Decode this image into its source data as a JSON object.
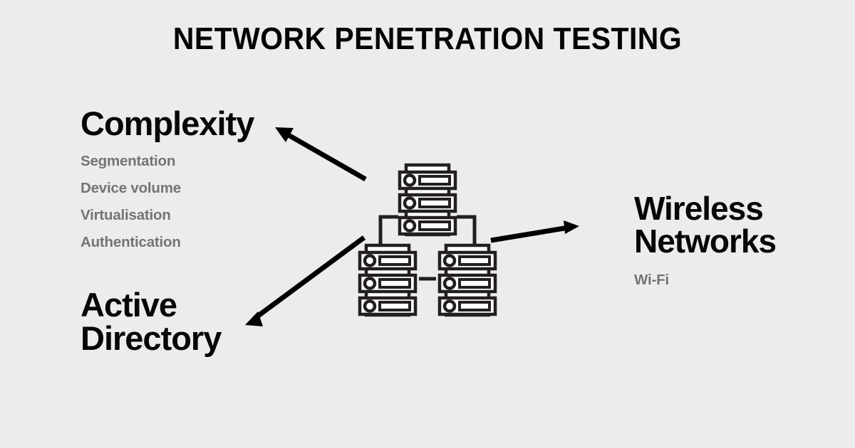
{
  "page": {
    "title": "NETWORK PENETRATION TESTING",
    "background_color": "#ececec",
    "heading_color": "#070707",
    "subitem_color": "#737476",
    "icon_stroke_color": "#231f20",
    "icon_fill_color": "#ffffff",
    "arrow_color": "#000000"
  },
  "branches": {
    "complexity": {
      "heading": "Complexity",
      "items": [
        "Segmentation",
        "Device volume",
        "Virtualisation",
        "Authentication"
      ]
    },
    "active_directory": {
      "heading_line1": "Active",
      "heading_line2": "Directory",
      "items": []
    },
    "wireless": {
      "heading_line1": "Wireless",
      "heading_line2": "Networks",
      "items": [
        "Wi-Fi"
      ]
    }
  },
  "diagram": {
    "icon_name": "server-network-icon",
    "server_count": 3,
    "units_per_server": 3,
    "arrows": [
      {
        "name": "arrow-to-complexity",
        "direction": "up-left"
      },
      {
        "name": "arrow-to-active-directory",
        "direction": "down-left"
      },
      {
        "name": "arrow-to-wireless-networks",
        "direction": "right"
      }
    ]
  }
}
